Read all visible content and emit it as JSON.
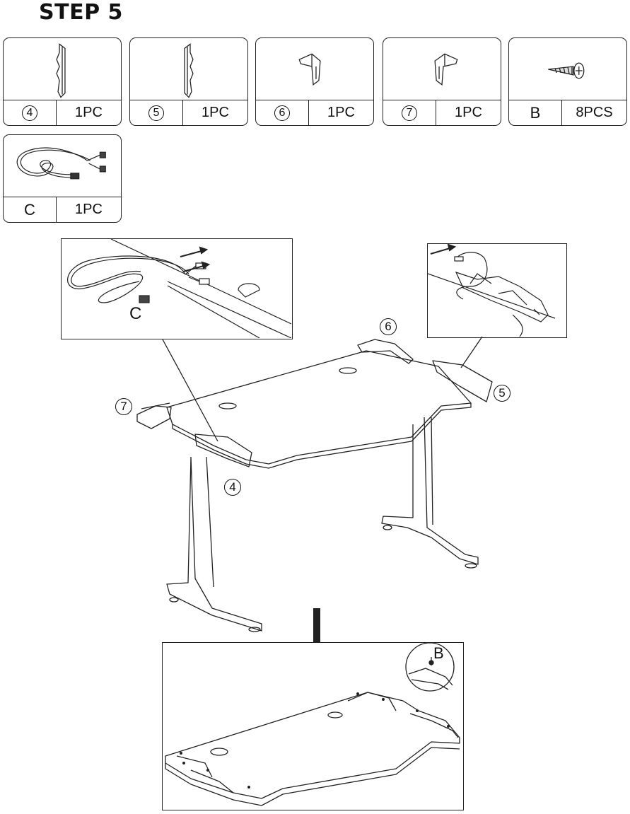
{
  "title": "STEP 5",
  "parts": [
    {
      "id": "4",
      "circled": true,
      "qty": "1PC",
      "icon": "side-bracket-icon"
    },
    {
      "id": "5",
      "circled": true,
      "qty": "1PC",
      "icon": "side-bracket-icon"
    },
    {
      "id": "6",
      "circled": true,
      "qty": "1PC",
      "icon": "corner-bracket-icon"
    },
    {
      "id": "7",
      "circled": true,
      "qty": "1PC",
      "icon": "corner-bracket-icon"
    },
    {
      "id": "B",
      "circled": false,
      "qty": "8PCS",
      "icon": "screw-icon"
    },
    {
      "id": "C",
      "circled": false,
      "qty": "1PC",
      "icon": "led-cable-icon"
    }
  ],
  "diagram": {
    "callout_left_inset": "C",
    "callout_6": "6",
    "callout_5": "5",
    "callout_7": "7",
    "callout_4": "4",
    "callout_screw": "B"
  }
}
